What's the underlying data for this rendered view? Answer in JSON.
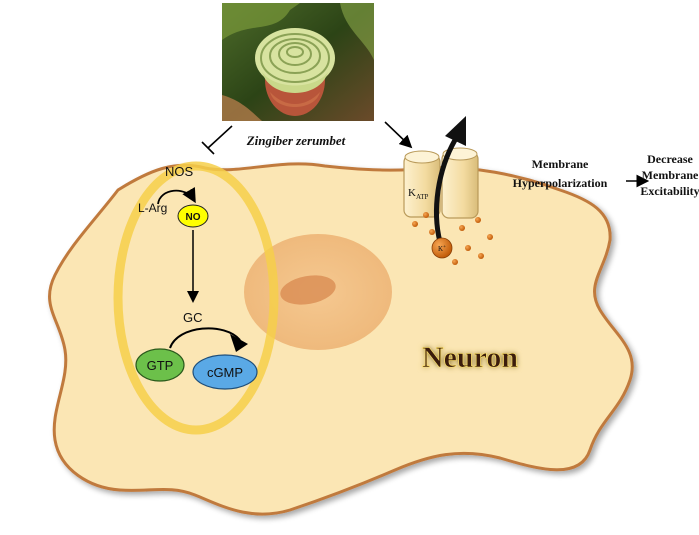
{
  "plant_caption": "Zingiber zerumbet",
  "nos_pathway": {
    "enzyme_nos": "NOS",
    "substrate": "L-Arg",
    "product_no": "NO",
    "enzyme_gc": "GC",
    "substrate_gtp": "GTP",
    "product_cgmp": "cGMP"
  },
  "channel": {
    "main": "K",
    "subscript": "ATP",
    "ion_main": "K",
    "ion_superscript": "+"
  },
  "effects": {
    "hyperpolarization_line1": "Membrane",
    "hyperpolarization_line2": "Hyperpolarization",
    "excitability_line1": "Decrease",
    "excitability_line2": "Membrane",
    "excitability_line3": "Excitability"
  },
  "cell_label": "Neuron",
  "colors": {
    "cytoplasm": "#fbe6b4",
    "membrane": "#c07a3e",
    "nucleus": "#f2bf82",
    "nucleolus": "#d98c52",
    "highlight_ring": "#f6cf4a",
    "no_fill": "#ffff00",
    "gtp_fill": "#6cc04a",
    "cgmp_fill": "#5aa9e6",
    "channel_fill": "#f7e3b0",
    "ion_fill": "#e07b1e",
    "neuron_text": "#3a1f0a",
    "neuron_glow": "#ffe066"
  }
}
